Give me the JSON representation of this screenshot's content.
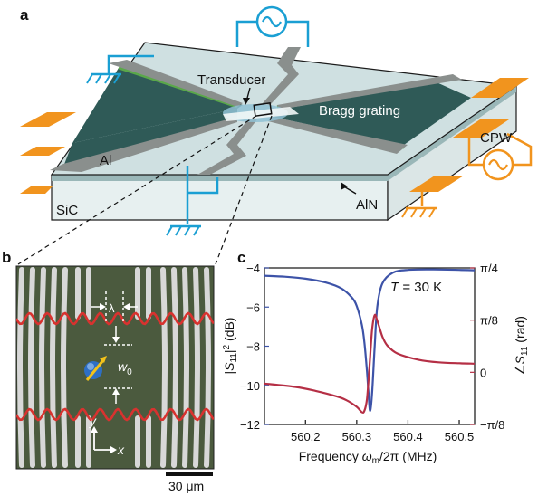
{
  "panels": {
    "a": "a",
    "b": "b",
    "c": "c"
  },
  "device": {
    "transducer": "Transducer",
    "bragg": "Bragg grating",
    "al": "Al",
    "sic": "SiC",
    "aln": "AlN",
    "cpw": "CPW"
  },
  "micrograph": {
    "lambda": "λ",
    "w0": "w",
    "w0_sub": "0",
    "axis_y": "y",
    "axis_x": "x",
    "scalebar": "30 μm"
  },
  "colors": {
    "chip_top": "#cfe0e1",
    "chip_side": "#e7f0f0",
    "reflector": "#2f5a57",
    "electrode": "#8a8f8d",
    "green_edge": "#5aa84a",
    "ground": "#1a9fd3",
    "cpw": "#f1941e",
    "aln_layer": "#9ab7b8",
    "magnitude": "#3d53a8",
    "phase": "#b52f45",
    "micro_bg": "#4b5a3e",
    "finger": "#d8d8d8",
    "wave": "#d8322f"
  },
  "chart_data": {
    "type": "line",
    "annotation": "T = 30 K",
    "xlabel": "Frequency ω_m/2π (MHz)",
    "ylabel_left": "|S11|² (dB)",
    "ylabel_right": "∠S11 (rad)",
    "xlim": [
      560.12,
      560.53
    ],
    "x_ticks": [
      "560.2",
      "560.3",
      "560.4",
      "560.5"
    ],
    "ylim_left": [
      -12,
      -4
    ],
    "y_ticks_left": [
      "−4",
      "−6",
      "−8",
      "−10",
      "−12"
    ],
    "ylim_right": [
      -0.3927,
      0.7854
    ],
    "y_ticks_right": [
      "π/4",
      "π/8",
      "0",
      "−π/8"
    ],
    "series": [
      {
        "name": "|S11|²",
        "axis": "left",
        "x": [
          560.12,
          560.16,
          560.2,
          560.24,
          560.27,
          560.29,
          560.3,
          560.31,
          560.315,
          560.32,
          560.323,
          560.326,
          560.33,
          560.335,
          560.34,
          560.35,
          560.37,
          560.4,
          560.45,
          560.5,
          560.53
        ],
        "y": [
          -4.4,
          -4.45,
          -4.55,
          -4.75,
          -5.05,
          -5.5,
          -5.95,
          -6.9,
          -7.8,
          -9.3,
          -10.4,
          -11.3,
          -10.4,
          -8.0,
          -6.0,
          -4.8,
          -4.25,
          -4.1,
          -4.08,
          -4.1,
          -4.12
        ]
      },
      {
        "name": "∠S11",
        "axis": "right",
        "x": [
          560.12,
          560.18,
          560.22,
          560.26,
          560.28,
          560.3,
          560.31,
          560.315,
          560.32,
          560.325,
          560.33,
          560.335,
          560.34,
          560.35,
          560.36,
          560.38,
          560.42,
          560.46,
          560.5,
          560.53
        ],
        "y": [
          -0.085,
          -0.11,
          -0.14,
          -0.18,
          -0.21,
          -0.26,
          -0.3,
          -0.29,
          -0.2,
          0.05,
          0.32,
          0.43,
          0.39,
          0.27,
          0.2,
          0.14,
          0.095,
          0.075,
          0.068,
          0.065
        ]
      }
    ]
  }
}
